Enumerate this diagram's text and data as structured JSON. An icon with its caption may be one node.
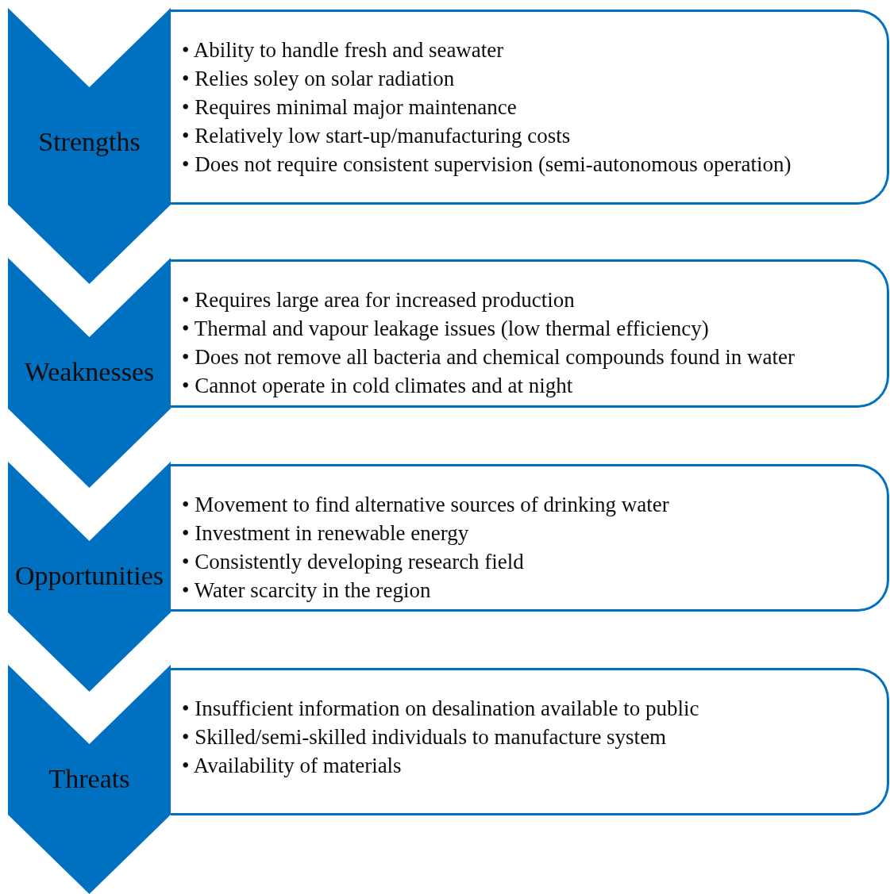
{
  "diagram": {
    "nodes": [
      {
        "text": [
          "Strengths"
        ]
      },
      {
        "text": [
          "• Ability to handle fresh and seawater",
          "• Relies soley on solar radiation",
          "• Requires minimal major maintenance",
          "• Relatively low start-up/manufacturing costs",
          "• Does not require consistent supervision (semi-autonomous operation)"
        ]
      },
      {
        "text": [
          "Weaknesses"
        ]
      },
      {
        "text": [
          "• Requires large area for increased production",
          "• Thermal and vapour leakage issues (low thermal efficiency)",
          "• Does not remove all bacteria and chemical compounds found in water",
          "• Cannot operate in cold climates and at night"
        ]
      },
      {
        "text": [
          "Opportunities"
        ]
      },
      {
        "text": [
          "• Movement to find alternative sources of drinking water",
          "• Investment in renewable energy",
          "• Consistently developing research field",
          "• Water scarcity in the region"
        ]
      },
      {
        "text": [
          "Threats"
        ]
      },
      {
        "text": [
          "• Insufficient information on desalination available to public",
          "• Skilled/semi-skilled individuals to manufacture system",
          "• Availability of materials"
        ]
      }
    ]
  }
}
